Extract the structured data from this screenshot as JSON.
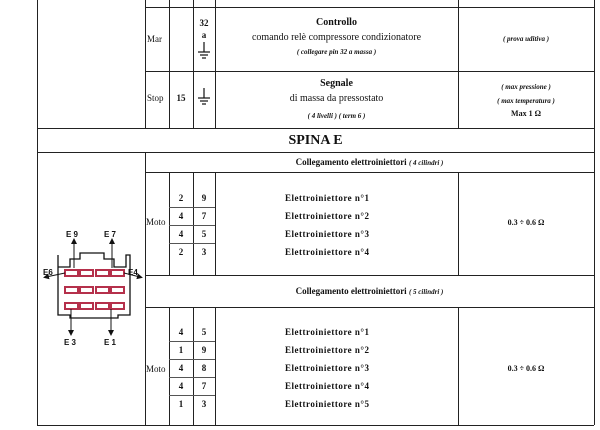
{
  "top_rows": [
    {
      "label": "Mar",
      "pin": "32",
      "pin_sub": "a",
      "title": "Controllo",
      "desc": "comando relè compressore condizionatore",
      "note": "( collegare pin 32  a massa )",
      "value_lines": [
        "( prova uditiva )"
      ]
    },
    {
      "label": "Stop",
      "pin": "15",
      "title": "Segnale",
      "desc": "di massa da pressostato",
      "note": "( 4 livelli )  ( term 6 )",
      "value_lines": [
        "( max pressione )",
        "( max temperatura )",
        "Max 1 Ω"
      ]
    }
  ],
  "section_title": "SPINA E",
  "connector": {
    "labels": {
      "e9": "E 9",
      "e7": "E 7",
      "e6": "E6",
      "e4": "E4",
      "e3": "E 3",
      "e1": "E 1"
    }
  },
  "group1": {
    "header": "Collegamento elettroiniettori",
    "header_note": "( 4 cilindri )",
    "label": "Moto",
    "rows": [
      {
        "a": "2",
        "b": "9",
        "name": "Elettroiniettore n°1"
      },
      {
        "a": "4",
        "b": "7",
        "name": "Elettroiniettore n°2"
      },
      {
        "a": "4",
        "b": "5",
        "name": "Elettroiniettore n°3"
      },
      {
        "a": "2",
        "b": "3",
        "name": "Elettroiniettore n°4"
      }
    ],
    "value": "0.3  ÷ 0.6 Ω"
  },
  "group2": {
    "header": "Collegamento elettroiniettori",
    "header_note": "( 5 cilindri )",
    "label": "Moto",
    "rows": [
      {
        "a": "4",
        "b": "5",
        "name": "Elettroiniettore n°1"
      },
      {
        "a": "1",
        "b": "9",
        "name": "Elettroiniettore n°2"
      },
      {
        "a": "4",
        "b": "8",
        "name": "Elettroiniettore n°3"
      },
      {
        "a": "4",
        "b": "7",
        "name": "Elettroiniettore n°4"
      },
      {
        "a": "1",
        "b": "3",
        "name": "Elettroiniettore n°5"
      }
    ],
    "value": "0.3  ÷ 0.6 Ω"
  }
}
